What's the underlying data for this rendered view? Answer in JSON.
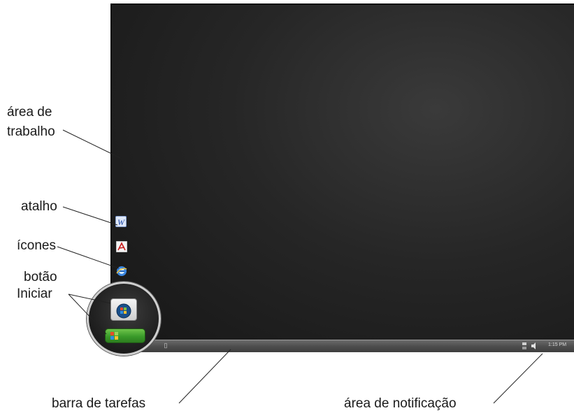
{
  "labels": {
    "desktop_line1": "área de",
    "desktop_line2": "trabalho",
    "shortcut": "atalho",
    "icons": "ícones",
    "start_line1": "botão",
    "start_line2": "Iniciar",
    "taskbar": "barra de tarefas",
    "notification": "área de notificação"
  },
  "taskbar": {
    "clock": "1:15 PM"
  },
  "icons": [
    "word-icon",
    "acrobat-icon",
    "internet-explorer-icon"
  ],
  "colors": {
    "desktop": "#262626",
    "taskbar": "#505050",
    "start_green": "#3a9a2a"
  }
}
